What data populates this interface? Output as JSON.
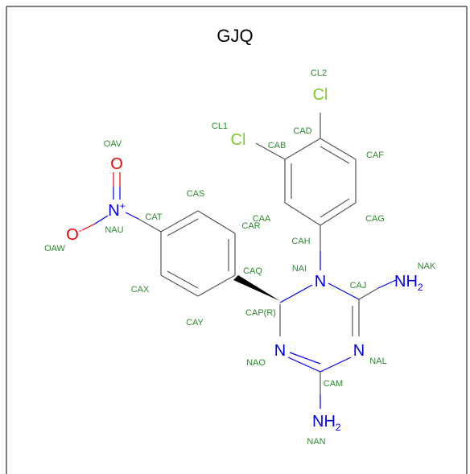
{
  "title": "GJQ",
  "atoms": {
    "cl2": "Cl",
    "cl1": "Cl",
    "o_double": "O",
    "n_plus": "N",
    "n_plus_charge": "+",
    "o_minus": "O",
    "o_minus_charge": "-",
    "n1": "N",
    "nh2_top": "NH",
    "nh2_top_sub": "2",
    "n_left": "N",
    "n_right": "N",
    "nh2_bottom": "NH",
    "nh2_bottom_sub": "2"
  },
  "labels": {
    "CL2": "CL2",
    "CL1": "CL1",
    "CAD": "CAD",
    "CAB": "CAB",
    "CAF": "CAF",
    "OAV": "OAV",
    "CAS": "CAS",
    "CAT": "CAT",
    "NAU": "NAU",
    "CAA": "CAA",
    "CAR": "CAR",
    "CAG": "CAG",
    "OAW": "OAW",
    "CAH": "CAH",
    "NAI": "NAI",
    "NAK": "NAK",
    "CAQ": "CAQ",
    "CAJ": "CAJ",
    "CAX": "CAX",
    "CAP": "CAP(R)",
    "CAY": "CAY",
    "NAO": "NAO",
    "NAL": "NAL",
    "CAM": "CAM",
    "NAN": "NAN"
  },
  "colors": {
    "label": "#2e8b2e",
    "nitrogen": "#0000ee",
    "oxygen": "#ee0000",
    "chlorine": "#7cc92a",
    "bond": "#555555"
  }
}
